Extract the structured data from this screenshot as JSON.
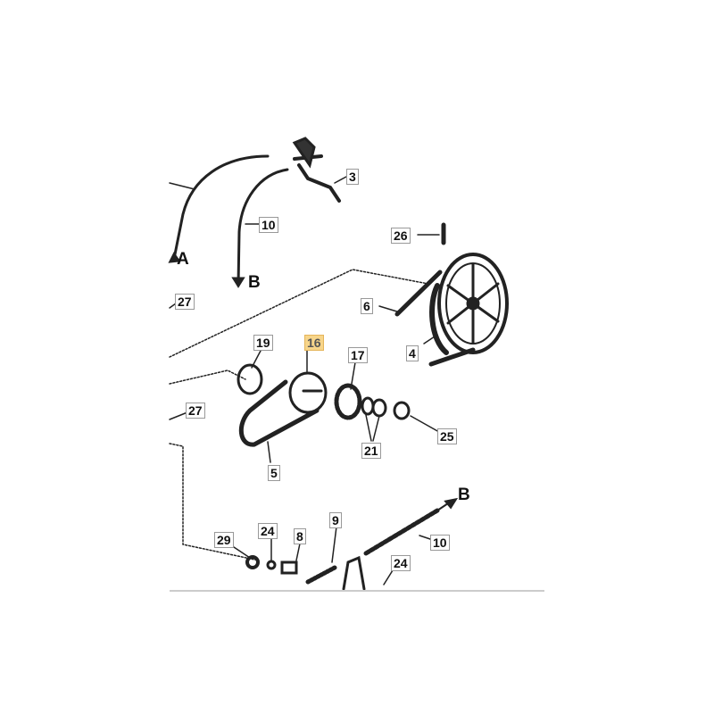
{
  "diagram": {
    "labels": [
      "3",
      "10",
      "26",
      "27",
      "6",
      "4",
      "19",
      "16",
      "17",
      "27",
      "25",
      "21",
      "5",
      "10",
      "9",
      "29",
      "24",
      "8",
      "24"
    ],
    "arrow_letters": [
      "A",
      "B",
      "B"
    ],
    "highlight_color": "#f7d58a"
  }
}
